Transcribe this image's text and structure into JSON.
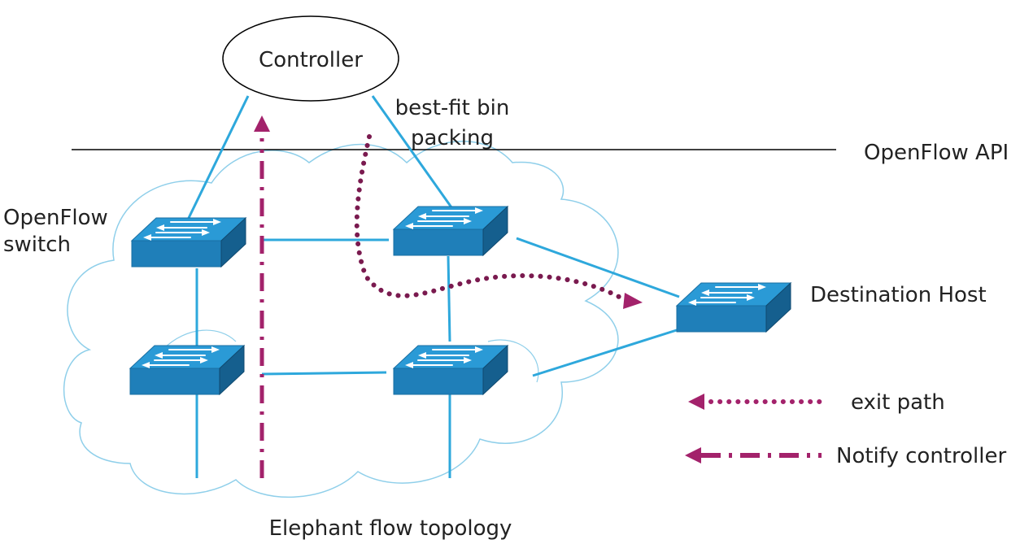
{
  "controller_label": "Controller",
  "annotation": [
    "best-fit bin",
    "packing"
  ],
  "api_label": "OpenFlow API",
  "switch_label": [
    "OpenFlow",
    "switch"
  ],
  "destination_label": "Destination Host",
  "topology_label": "Elephant flow topology",
  "legend": [
    {
      "label": "exit path",
      "style": "dotted"
    },
    {
      "label": "Notify controller",
      "style": "dash-dot"
    }
  ],
  "colors": {
    "link": "#2ea8dc",
    "switch_top": "#2a9ad6",
    "switch_front": "#1f7fb9",
    "switch_side": "#155f8e",
    "cloud": "#8fcfea",
    "path": "#a3226b",
    "api_line": "#000000"
  },
  "icons": [
    "openflow-switch-icon",
    "cloud-outline",
    "controller-ellipse"
  ]
}
